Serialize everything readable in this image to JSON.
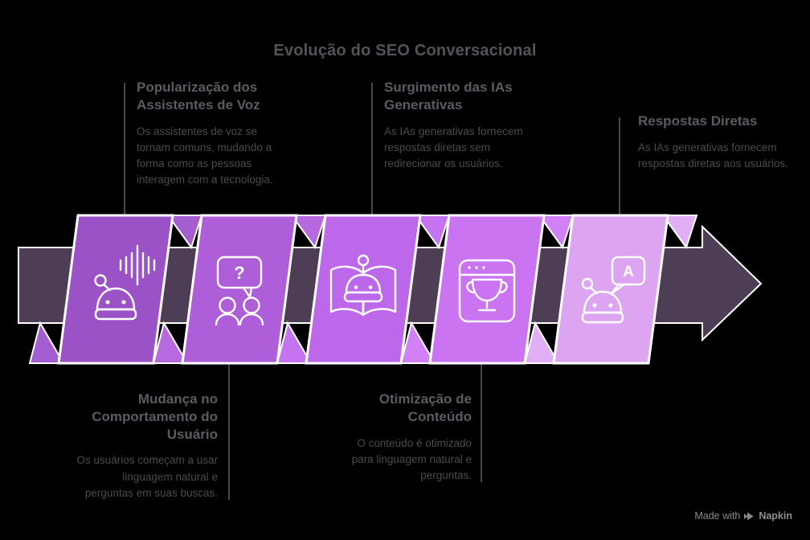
{
  "title": "Evolução do SEO Conversacional",
  "theme": {
    "arrow_color": "#4d3e56",
    "stroke_color": "#ffffff",
    "connector_color": "#47474c"
  },
  "steps": [
    {
      "heading": "Popularização dos Assistentes de Voz",
      "body": "Os assistentes de voz se tornam comuns, mudando a forma como as pessoas interagem com a tecnologia.",
      "position": "top",
      "icon": "voice-assistant-robot-soundwave-icon",
      "card_color": "#9b52c6",
      "fold_color": "#a55ed0"
    },
    {
      "heading": "Mudança no Comportamento do Usuário",
      "body": "Os usuários começam a usar linguagem natural e perguntas em suas buscas.",
      "position": "bottom",
      "icon": "people-question-bubble-icon",
      "icon_glyph": "?",
      "card_color": "#ae5ed8",
      "fold_color": "#b76ae0"
    },
    {
      "heading": "Surgimento das IAs Generativas",
      "body": "As IAs generativas fornecem respostas diretas sem redirecionar os usuários.",
      "position": "top",
      "icon": "robot-open-book-icon",
      "card_color": "#bd67ea",
      "fold_color": "#c573f0"
    },
    {
      "heading": "Otimização de Conteúdo",
      "body": "O conteúdo é otimizado para linguagem natural e perguntas.",
      "position": "bottom",
      "icon": "browser-trophy-icon",
      "card_color": "#cb74f2",
      "fold_color": "#d280f5"
    },
    {
      "heading": "Respostas Diretas",
      "body": "As IAs generativas fornecem respostas diretas aos usuários.",
      "position": "top",
      "icon": "robot-answer-bubble-icon",
      "icon_glyph": "A",
      "card_color": "#dda4f2",
      "fold_color": "#e2aef5"
    }
  ],
  "footer": {
    "label": "Made with",
    "brand": "Napkin"
  }
}
